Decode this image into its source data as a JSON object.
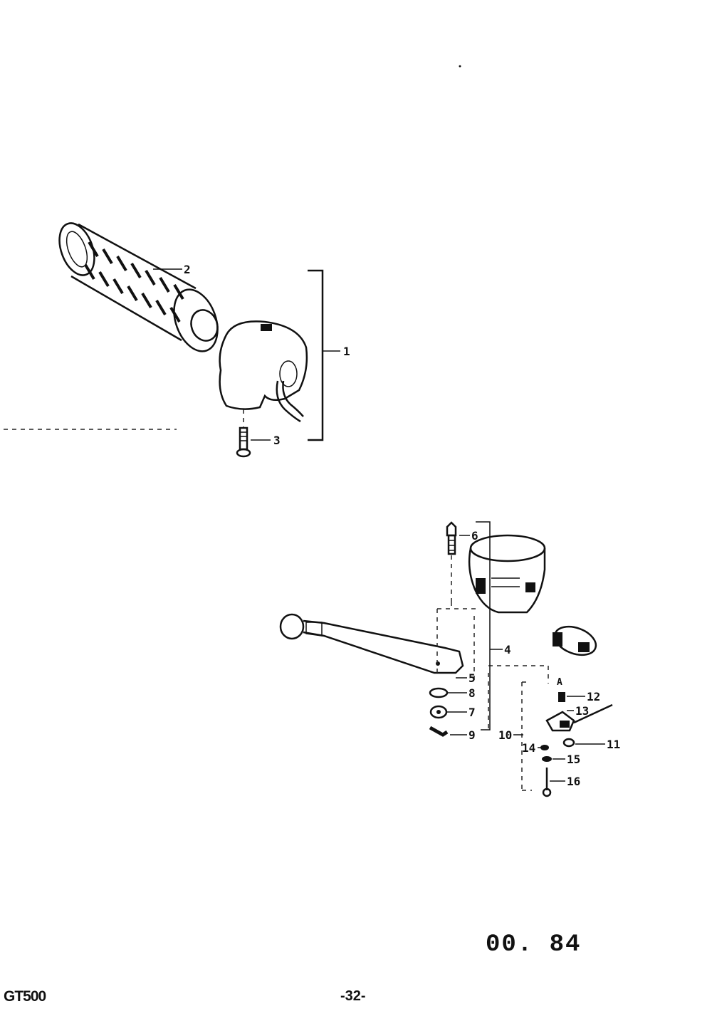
{
  "diagram": {
    "labels": {
      "p1": "1",
      "p2": "2",
      "p3": "3",
      "p4": "4",
      "p5": "5",
      "p6": "6",
      "p7": "7",
      "p8": "8",
      "p9": "9",
      "p10": "10",
      "p11": "11",
      "p12": "12",
      "p13": "13",
      "p14": "14",
      "p15": "15",
      "p16": "16"
    }
  },
  "footer": {
    "revision": "00. 84",
    "model": "GT500",
    "page": "-32-"
  }
}
